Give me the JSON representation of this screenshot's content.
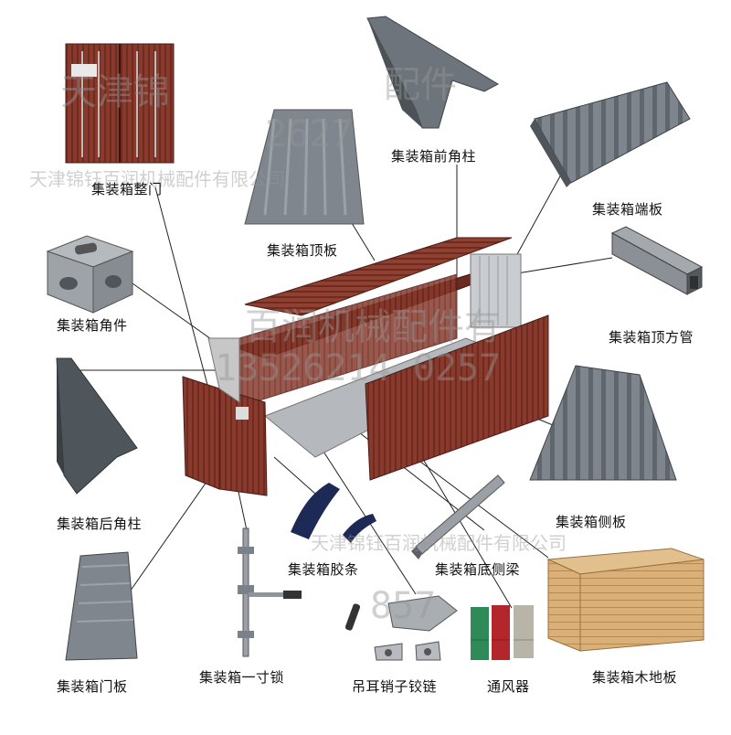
{
  "labels": {
    "door": "集装箱整门",
    "roof": "集装箱顶板",
    "front_post": "集装箱前角柱",
    "end_panel": "集装箱端板",
    "corner_casting": "集装箱角件",
    "top_tube": "集装箱顶方管",
    "rear_post": "集装箱后角柱",
    "side_panel": "集装箱侧板",
    "gasket": "集装箱胶条",
    "bottom_beam": "集装箱底侧梁",
    "door_panel": "集装箱门板",
    "lock": "集装箱一寸锁",
    "hinge": "吊耳销子铰链",
    "vent": "通风器",
    "floor": "集装箱木地板"
  },
  "watermarks": {
    "company": "天津锦钰百润机械配件有限公司",
    "top_fragment": "天津锦",
    "top_fragment2": "配件",
    "phone_fragment": "2627",
    "mid_fragment": "百润机械配件有",
    "mid_number": "13526214 0257",
    "low_fragment": "天津锦钰百润机械配件有限公司",
    "low_number": "857"
  },
  "colors": {
    "container_red": "#8a3a2c",
    "container_dark": "#5a2219",
    "steel": "#8a8f96",
    "steel_dark": "#5d636a",
    "wood": "#d8b078",
    "vent_green": "#2e8b57",
    "vent_red": "#b3262b",
    "vent_gray": "#b9b4a8"
  }
}
